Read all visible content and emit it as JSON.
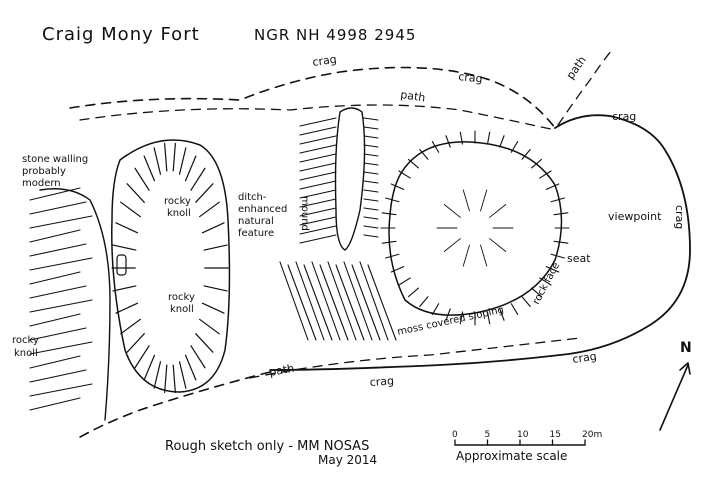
{
  "title": "Craig Mony Fort",
  "grid_ref": "NGR NH 4998 2945",
  "labels": {
    "crag": "crag",
    "path": "path",
    "viewpoint": "viewpoint",
    "seat": "seat",
    "stone_walling": [
      "stone walling",
      "probably",
      "modern"
    ],
    "rocky_knoll": [
      "rocky",
      "knoll"
    ],
    "ditch": [
      "ditch-",
      "enhanced",
      "natural",
      "feature"
    ],
    "mound": "mound",
    "rock_face": "rock face",
    "moss_slope": "moss covered sloping"
  },
  "credit": {
    "line1": "Rough sketch only - MM NOSAS",
    "line2": "May 2014"
  },
  "scale": {
    "ticks": [
      "0",
      "5",
      "10",
      "15",
      "20m"
    ],
    "caption": "Approximate scale"
  },
  "north": "N"
}
